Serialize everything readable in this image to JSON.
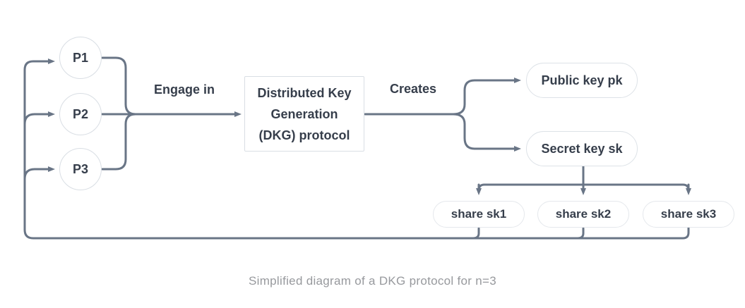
{
  "diagram": {
    "caption": "Simplified diagram of a DKG protocol for n=3",
    "participants": [
      {
        "label": "P1"
      },
      {
        "label": "P2"
      },
      {
        "label": "P3"
      }
    ],
    "engage_label": "Engage in",
    "creates_label": "Creates",
    "dkg_box": {
      "line1": "Distributed Key",
      "line2": "Generation",
      "line3": "(DKG) protocol"
    },
    "outputs": {
      "public_key": "Public key pk",
      "secret_key": "Secret key sk"
    },
    "shares": [
      {
        "label": "share sk1"
      },
      {
        "label": "share sk2"
      },
      {
        "label": "share sk3"
      }
    ],
    "colors": {
      "connector": "#697586",
      "node_border": "#d9dee4",
      "node_text": "#363e4b",
      "caption_text": "#97999d",
      "background": "#ffffff"
    }
  }
}
